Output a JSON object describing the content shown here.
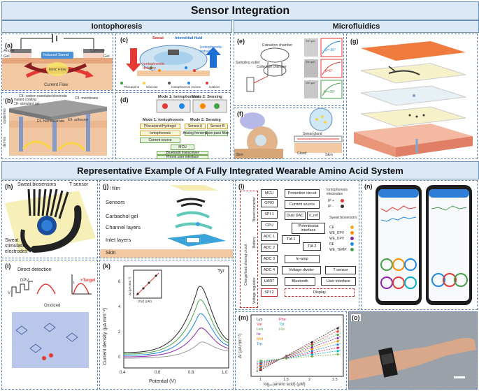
{
  "sections": {
    "top_title": "Sensor Integration",
    "iontophoresis": "Iontophoresis",
    "microfluidics": "Microfluidics",
    "bottom_title": "Representative Example Of A Fully Integrated Wearable Amino Acid System"
  },
  "panel_labels": {
    "a": "(a)",
    "b": "(b)",
    "c": "(c)",
    "d": "(d)",
    "e": "(e)",
    "f": "(f)",
    "g": "(g)",
    "h": "(h)",
    "i": "(i)",
    "j": "(j)",
    "k": "(k)",
    "l": "(l)",
    "m": "(m)",
    "n": "(n)",
    "o": "(o)"
  },
  "panel_a": {
    "anode": "Anode",
    "cathode": "Cathode",
    "gel_left": "Gel",
    "gel_right": "Gel",
    "induced_sweat": "Induced Sweat",
    "ionic_flow": "Ionic Flow",
    "current_flow": "Current Flow"
  },
  "panel_b": {
    "labels": [
      "CII- carbon nanotube/electrode",
      "CII- stimulant gel",
      "CII- stimulant coating",
      "CII- membrane",
      "EII- hex electrode",
      "EII- adhesive",
      "epidermis",
      "dermis"
    ]
  },
  "panel_c": {
    "sweat": "Sweat",
    "interstitial": "Interstitial fluid",
    "ionto_delivery": "Iontophoretic delivery",
    "ionto_extraction": "Iontophoretic extraction",
    "legend": [
      "Pilocarpine",
      "Glucose",
      "Iontophoresis",
      "Anions",
      "Cations"
    ]
  },
  "panel_d": {
    "mode1": "Mode 1: Iontophoresis",
    "mode2": "Mode 2: Sensing",
    "left_items": [
      "Pilocarpine/Hydrogel",
      "Iontophoresis",
      "Current source"
    ],
    "right_items": [
      "Sensor A",
      "Sensor B",
      "Analog frontend",
      "Low-pass filter"
    ],
    "mcu": "MCU",
    "bottom": [
      "Bluetooth transceiver",
      "Phone user interface"
    ]
  },
  "panel_e": {
    "extraction": "Extraction chamber",
    "collection": "Collection chamber",
    "outlet": "Sampling outlet",
    "scale": [
      "200 μm",
      "200 μm",
      "200 μm"
    ],
    "b1": "β=-30°",
    "b2": "β=0°",
    "b3": "β=+30°"
  },
  "panel_f": {
    "skin_left": "Skin",
    "skin_right": "Skin",
    "sweat_gland": "Sweat gland",
    "gland": "Gland"
  },
  "panel_h": {
    "biosensors": "Sweat biosensors",
    "tsensor": "T sensor",
    "stim": [
      "Sweat",
      "stimulation",
      "electrodes"
    ]
  },
  "panel_i": {
    "direct": "Direct detection",
    "dpv": "DPV",
    "oxidized": "Oxidized",
    "target": "+Target",
    "axis_v": "V",
    "axis_i": "I"
  },
  "panel_j": {
    "layers": [
      "PI film",
      "Sensors",
      "Carbachol gel",
      "Channel layers",
      "Inlet layers",
      "Skin"
    ]
  },
  "panel_k": {
    "label": "Tyr",
    "ylabel": "Current density (μA mm⁻²)",
    "xlabel": "Potential (V)",
    "xticks": [
      "0.4",
      "0.6",
      "0.8",
      "1.0"
    ],
    "yticks": [
      "0",
      "2",
      "4",
      "6"
    ],
    "inset_x": "(Tyr) (μM)",
    "inset_y": "ΔI (μA mm⁻²)"
  },
  "panel_l": {
    "left_vertical": [
      "Charge/load sharing circuit",
      "Battery",
      "Voltage regulator",
      "Boost converter"
    ],
    "mcu_column": [
      "MCU",
      "GPIO",
      "SPI 1",
      "CPU",
      "ADC 1",
      "ADC 2",
      "ADC 3",
      "ADC 4",
      "UART",
      "SPI 2"
    ],
    "blocks": [
      "Protection circuit",
      "Current source",
      "Dual DAC",
      "V_ref",
      "Potentiostat interface",
      "TIA 1",
      "TIA 2",
      "In-amp",
      "Voltage divider",
      "Bluetooth",
      "Display"
    ],
    "right_labels": [
      "Iontophoresis electrodes",
      "IP +",
      "IP -",
      "Sweat biosensors",
      "CE",
      "WE_DPV",
      "WE_DPV",
      "RE",
      "WE_TEMP",
      "T sensor",
      "User interface"
    ]
  },
  "panel_m": {
    "legend_left": [
      "Lys",
      "Val",
      "Leu",
      "Ile",
      "Met",
      "Trp"
    ],
    "legend_right": [
      "Phe",
      "Tyr",
      "His"
    ],
    "ylabel": "ΔI (μA mm⁻²)",
    "xlabel": "log₁₀(amino acid) (μM)",
    "xticks": [
      "1",
      "1.5",
      "2",
      "2.5"
    ]
  },
  "colors": {
    "banner_bg": "#dbe8f5",
    "banner_border": "#6d8fb3",
    "lys": "#333333",
    "val": "#e53935",
    "leu": "#43a047",
    "ile": "#8e24aa",
    "met": "#fb8c00",
    "trp": "#1e88e5",
    "phe": "#e91e63",
    "tyr": "#00acc1",
    "his": "#7cb342"
  }
}
